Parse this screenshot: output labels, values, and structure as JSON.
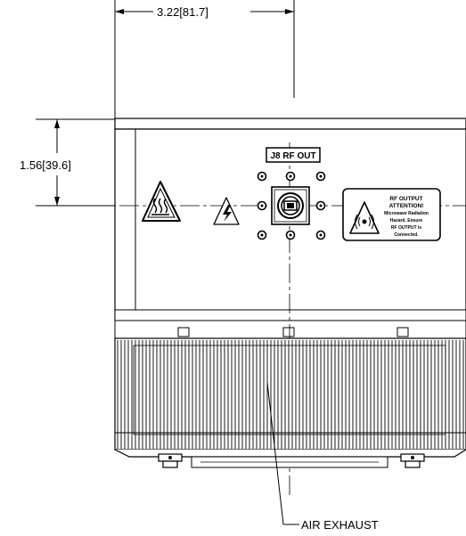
{
  "dimensions": {
    "width_label": "3.22[81.7]",
    "height_label": "1.56[39.6]"
  },
  "connector": {
    "label": "J8 RF OUT"
  },
  "warning_label": {
    "line1": "RF OUTPUT",
    "line2": "ATTENTION!",
    "line3": "Microwave Radiation",
    "line4": "Hazard. Ensure",
    "line5": "RF OUTPUT is",
    "line6": "Connected."
  },
  "callouts": {
    "air_exhaust": "AIR EXHAUST"
  },
  "icons": [
    "hot-surface-warning-icon",
    "electrical-hazard-icon",
    "rf-radiation-warning-icon"
  ]
}
